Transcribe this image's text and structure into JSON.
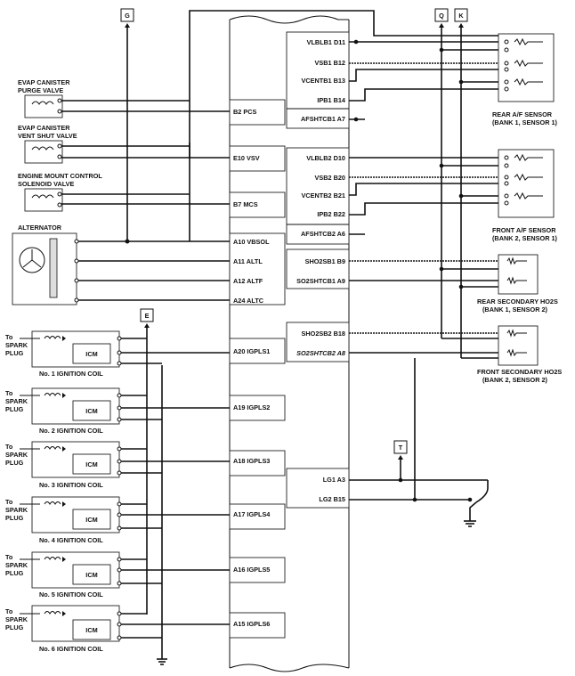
{
  "connectors": {
    "g": "G",
    "e": "E",
    "q": "Q",
    "k": "K",
    "t": "T"
  },
  "left_components": {
    "evap_purge": [
      "EVAP CANISTER",
      "PURGE VALVE"
    ],
    "evap_vent": [
      "EVAP CANISTER",
      "VENT SHUT VALVE"
    ],
    "engine_mount": [
      "ENGINE MOUNT CONTROL",
      "SOLENOID VALVE"
    ],
    "alternator": "ALTERNATOR"
  },
  "ignition_coils": [
    {
      "label": "No. 1 IGNITION COIL",
      "module": "ICM",
      "spark": [
        "To",
        "SPARK",
        "PLUG"
      ]
    },
    {
      "label": "No. 2 IGNITION COIL",
      "module": "ICM",
      "spark": [
        "To",
        "SPARK",
        "PLUG"
      ]
    },
    {
      "label": "No. 3 IGNITION COIL",
      "module": "ICM",
      "spark": [
        "To",
        "SPARK",
        "PLUG"
      ]
    },
    {
      "label": "No. 4 IGNITION COIL",
      "module": "ICM",
      "spark": [
        "To",
        "SPARK",
        "PLUG"
      ]
    },
    {
      "label": "No. 5 IGNITION COIL",
      "module": "ICM",
      "spark": [
        "To",
        "SPARK",
        "PLUG"
      ]
    },
    {
      "label": "No. 6 IGNITION COIL",
      "module": "ICM",
      "spark": [
        "To",
        "SPARK",
        "PLUG"
      ]
    }
  ],
  "ecm_left_pins": [
    "B2 PCS",
    "E10 VSV",
    "B7 MCS",
    "A10 VBSOL",
    "A11 ALTL",
    "A12 ALTF",
    "A24 ALTC",
    "A20 IGPLS1",
    "A19 IGPLS2",
    "A18 IGPLS3",
    "A17 IGPLS4",
    "A16 IGPLS5",
    "A15 IGPLS6"
  ],
  "ecm_right_pins": [
    "VLBLB1 D11",
    "VSB1 B12",
    "VCENTB1 B13",
    "IPB1 B14",
    "AFSHTCB1 A7",
    "VLBLB2 D10",
    "VSB2 B20",
    "VCENTB2 B21",
    "IPB2 B22",
    "AFSHTCB2 A6",
    "SHO2SB1 B9",
    "SO2SHTCB1 A9",
    "SHO2SB2 B18",
    "SO2SHTCB2 A8",
    "LG1 A3",
    "LG2 B15"
  ],
  "right_components": {
    "rear_af": [
      "REAR A/F SENSOR",
      "(BANK 1, SENSOR 1)"
    ],
    "front_af": [
      "FRONT A/F SENSOR",
      "(BANK 2, SENSOR 1)"
    ],
    "rear_ho2s": [
      "REAR SECONDARY HO2S",
      "(BANK 1, SENSOR 2)"
    ],
    "front_ho2s": [
      "FRONT SECONDARY HO2S",
      "(BANK 2, SENSOR 2)"
    ]
  }
}
